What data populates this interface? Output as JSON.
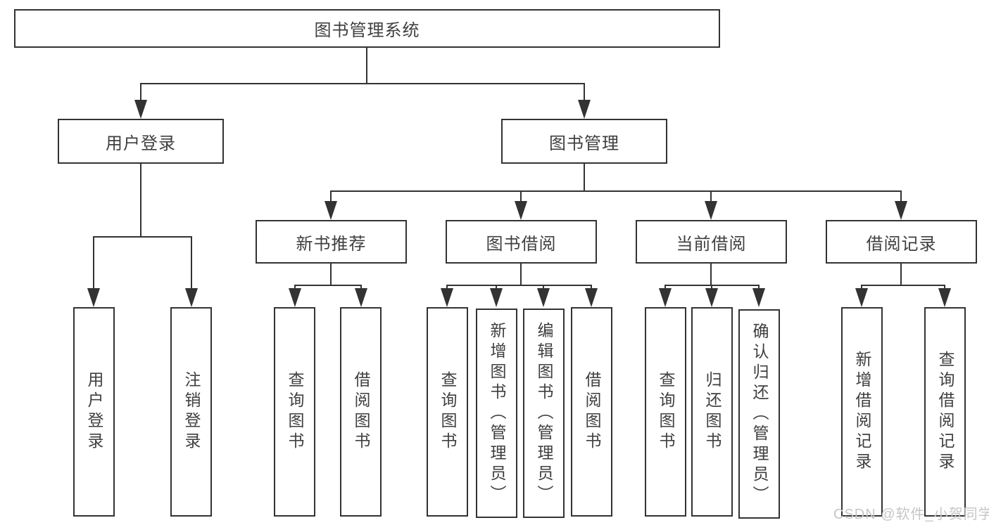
{
  "diagram": {
    "root": "图书管理系统",
    "level2": {
      "user_login": "用户登录",
      "book_management": "图书管理"
    },
    "level3": {
      "new_book": "新书推荐",
      "book_borrow": "图书借阅",
      "current_borrow": "当前借阅",
      "borrow_records": "借阅记录"
    },
    "leaves": {
      "user_login": [
        "用户登录",
        "注销登录"
      ],
      "new_book": [
        "查询图书",
        "借阅图书"
      ],
      "book_borrow": [
        "查询图书",
        "新增图书（管理员）",
        "编辑图书（管理员）",
        "借阅图书"
      ],
      "current_borrow": [
        "查询图书",
        "归还图书",
        "确认归还（管理员）"
      ],
      "borrow_records": [
        "新增借阅记录",
        "查询借阅记录"
      ]
    }
  },
  "watermark": "CSDN @软件_小贺同学",
  "colors": {
    "line": "#333333",
    "text": "#3f3f3f",
    "watermark": "#c6c6c6",
    "background": "#ffffff"
  }
}
